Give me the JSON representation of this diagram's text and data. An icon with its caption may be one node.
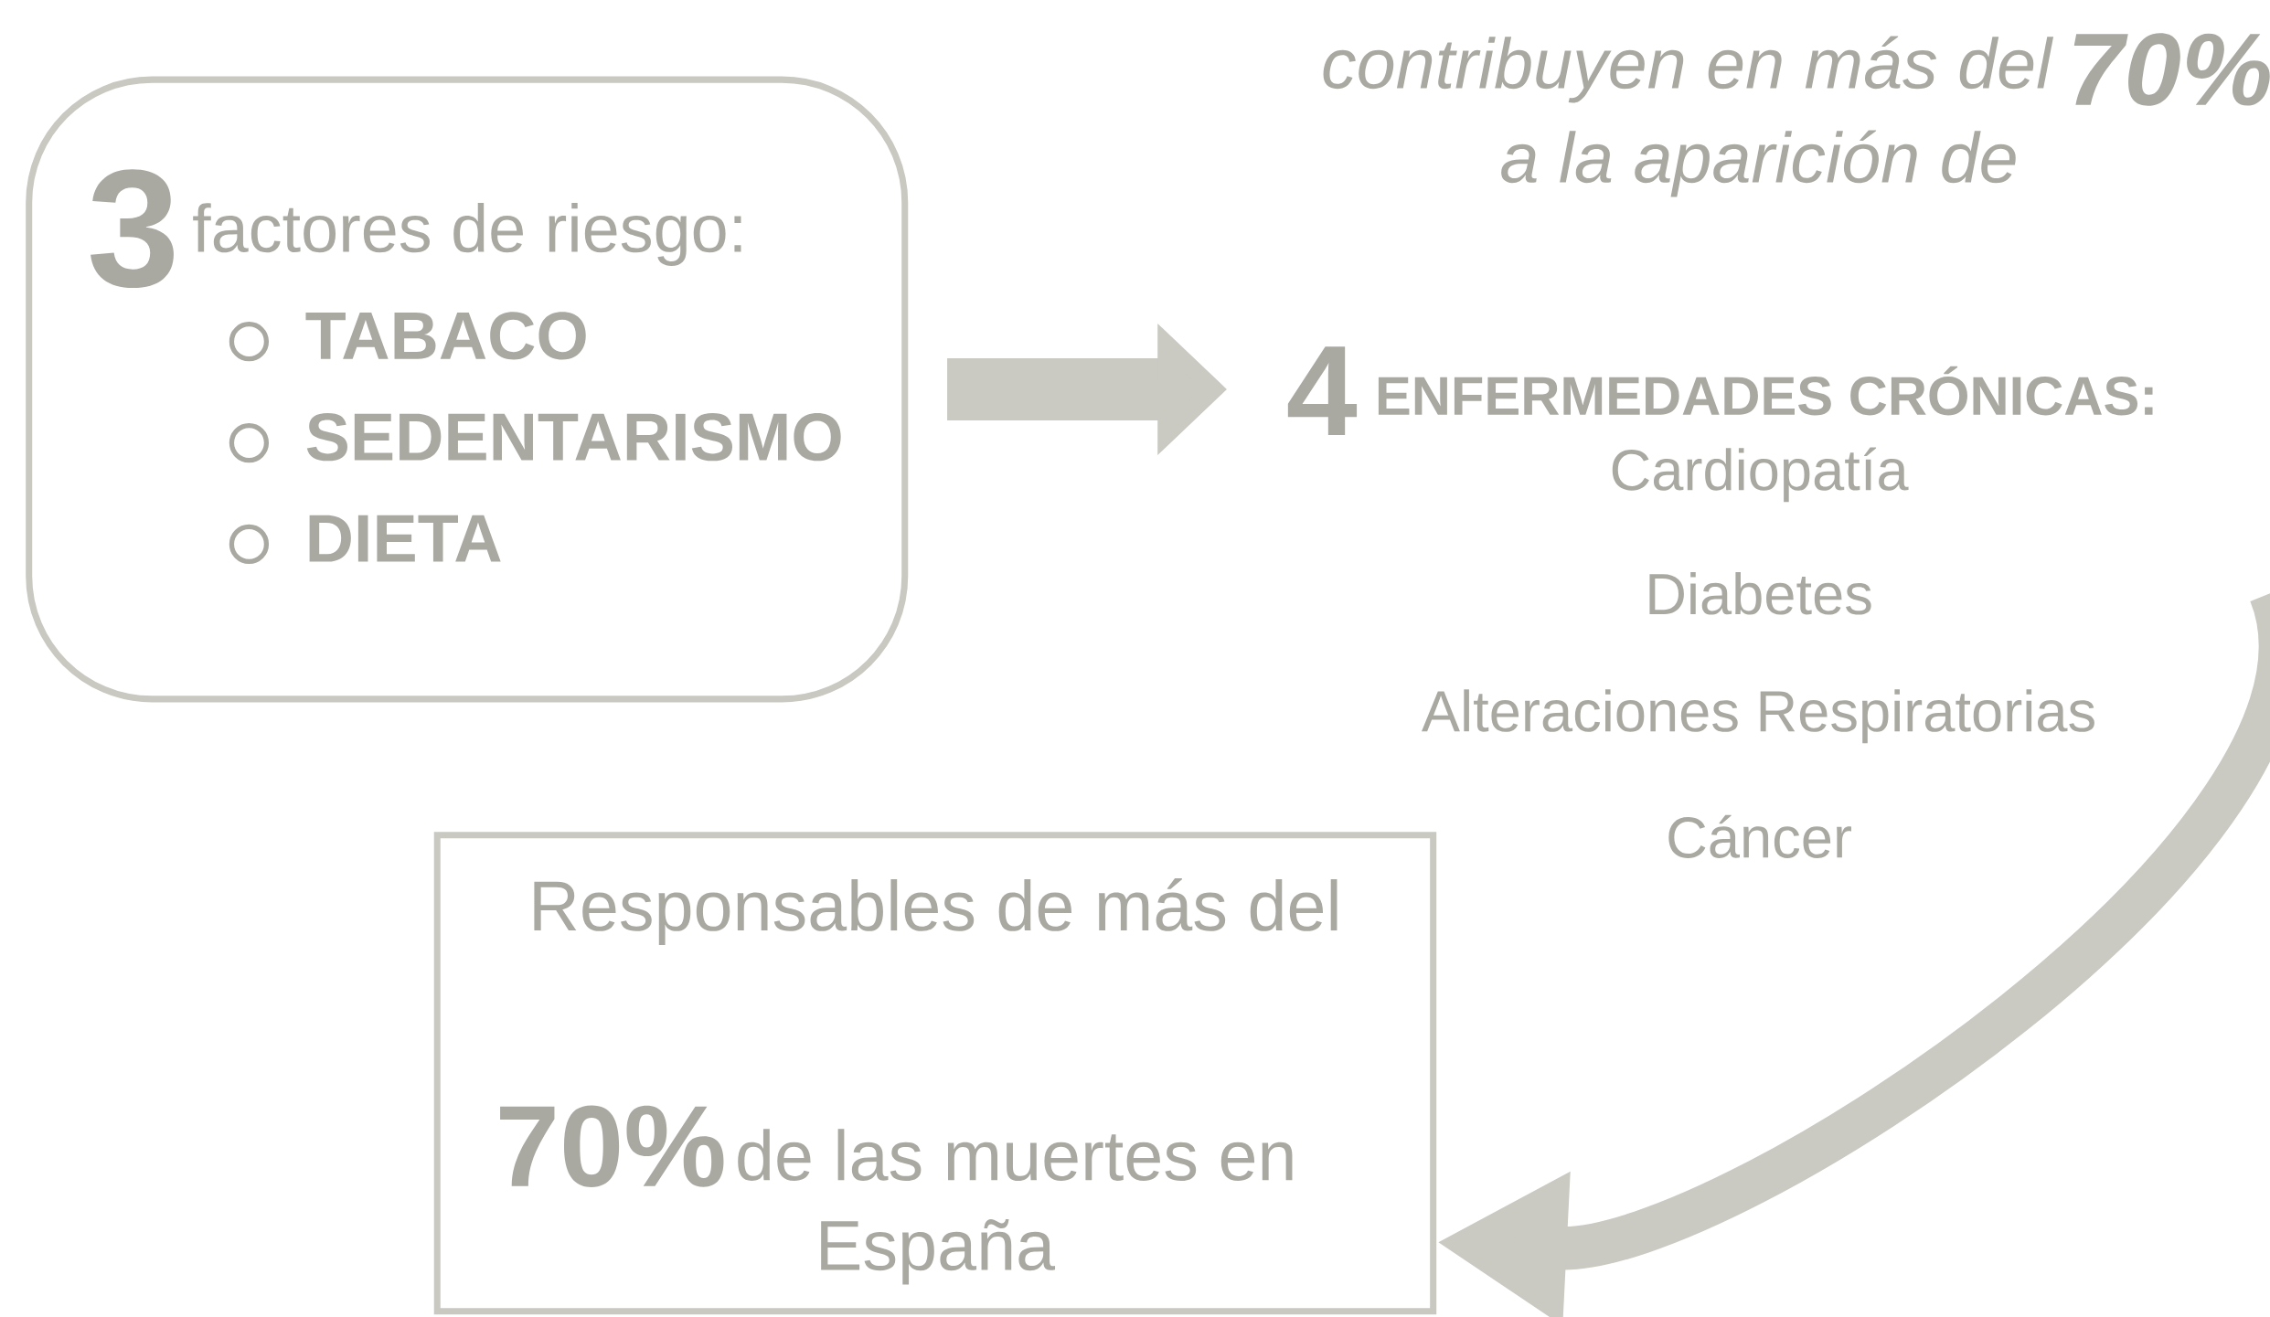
{
  "diagram": {
    "nodes": [
      {
        "text": [
          "3",
          "factores de riesgo:",
          "TABACO",
          "SEDENTARISMO",
          "DIETA"
        ]
      },
      {
        "text": [
          "contribuyen en más del",
          "70%",
          "a la aparición de",
          "4",
          "ENFERMEDADES CRÓNICAS:",
          "Cardiopatía",
          "Diabetes",
          "Alteraciones Respiratorias",
          "Cáncer"
        ]
      },
      {
        "text": [
          "Responsables de más del",
          "70%",
          "de las muertes en",
          "España"
        ]
      }
    ],
    "edges": [
      {
        "from": 0,
        "to": 1,
        "arrow": "to"
      },
      {
        "from": 1,
        "to": 2,
        "arrow": "to"
      }
    ]
  }
}
